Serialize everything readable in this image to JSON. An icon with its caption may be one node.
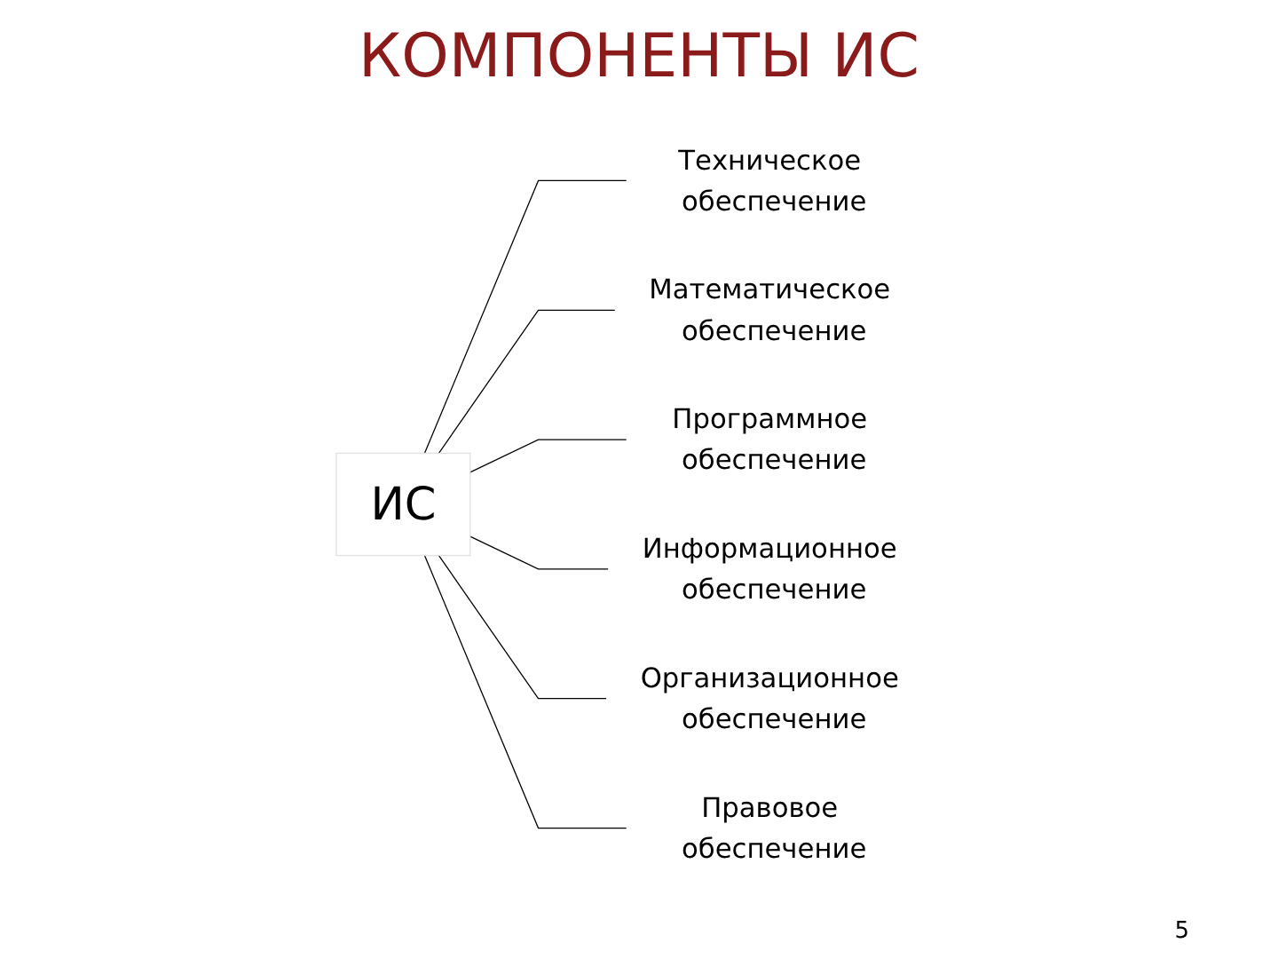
{
  "diagram": {
    "title": "КОМПОНЕНТЫ ИС",
    "nodes": [
      {
        "text": [
          "ИС"
        ]
      },
      {
        "text": [
          "Техническое обеспечение"
        ]
      },
      {
        "text": [
          "Математическое обеспечение"
        ]
      },
      {
        "text": [
          "Программное обеспечение"
        ]
      },
      {
        "text": [
          "Информационное обеспечение"
        ]
      },
      {
        "text": [
          "Организационное обеспечение"
        ]
      },
      {
        "text": [
          "Правовое обеспечение"
        ]
      }
    ],
    "edges": [
      {
        "from": 0,
        "to": 1,
        "arrow": "none"
      },
      {
        "from": 0,
        "to": 2,
        "arrow": "none"
      },
      {
        "from": 0,
        "to": 3,
        "arrow": "none"
      },
      {
        "from": 0,
        "to": 4,
        "arrow": "none"
      },
      {
        "from": 0,
        "to": 5,
        "arrow": "none"
      },
      {
        "from": 0,
        "to": 6,
        "arrow": "none"
      }
    ],
    "labels": [
      "5"
    ]
  }
}
